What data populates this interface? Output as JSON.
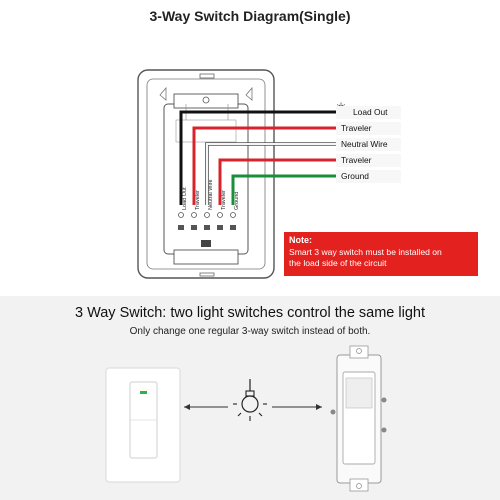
{
  "diagram": {
    "title": "3-Way Switch Diagram(Single)",
    "terminals": {
      "load_out": "Load Out",
      "traveler_1": "Traveler",
      "neutral": "Neutral Wire",
      "traveler_2": "Traveler",
      "ground": "Ground"
    },
    "wire_labels": [
      {
        "text": "Load Out",
        "color": "#111111"
      },
      {
        "text": "Traveler",
        "color": "#d9232a"
      },
      {
        "text": "Neutral Wire",
        "color": "#f2f2f2"
      },
      {
        "text": "Traveler",
        "color": "#d9232a"
      },
      {
        "text": "Ground",
        "color": "#1a8f3a"
      }
    ],
    "note": {
      "title": "Note:",
      "line1": "Smart 3 way switch must be installed on",
      "line2": "the load side of the circuit"
    }
  },
  "lower": {
    "title": "3 Way Switch: two light switches control the same light",
    "subtitle": "Only change one regular 3-way switch instead of both."
  },
  "colors": {
    "accent": "#e3221f",
    "led": "#2db34a"
  }
}
